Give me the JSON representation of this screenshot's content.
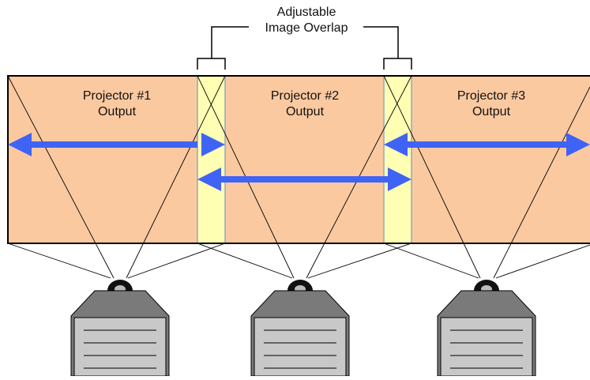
{
  "overlap_label": {
    "line1": "Adjustable",
    "line2": "Image Overlap"
  },
  "projectors": [
    {
      "line1": "Projector #1",
      "line2": "Output"
    },
    {
      "line1": "Projector #2",
      "line2": "Output"
    },
    {
      "line1": "Projector #3",
      "line2": "Output"
    }
  ],
  "colors": {
    "screen_fill": "#fbc9a0",
    "overlap_fill": "#ffffb4",
    "arrow": "#3f63f5",
    "projector_body": "#7a7a7a",
    "projector_face": "#c8c8c8",
    "lens": "#111111",
    "line": "#000000"
  }
}
